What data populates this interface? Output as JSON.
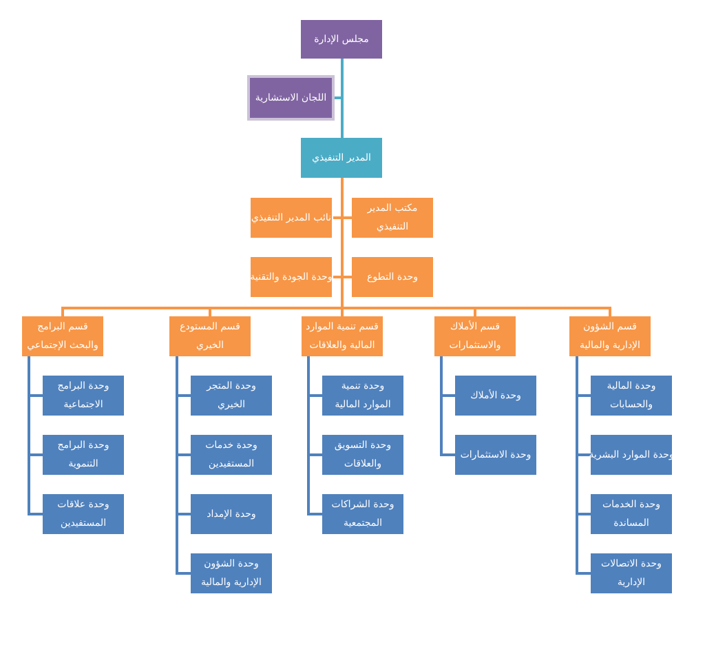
{
  "colors": {
    "board": "#8064a2",
    "executive": "#4bacc6",
    "support": "#f79646",
    "unit": "#4f81bd",
    "connector_main": "#4bacc6",
    "connector_orange": "#f79646",
    "connector_blue": "#4f81bd"
  },
  "board": {
    "label": "مجلس الإدارة"
  },
  "committees": {
    "label": "اللجان الاستشارية"
  },
  "executive_director": {
    "label": "المدير التنفيذي"
  },
  "exec_office": {
    "label": "مكتب المدير التنفيذي"
  },
  "deputy": {
    "label": "نائب المدير التنفيذي"
  },
  "volunteer_unit": {
    "label": "وحدة التطوع"
  },
  "quality_unit": {
    "label": "وحدة الجودة والتقنية"
  },
  "departments": [
    {
      "label": "قسم الشؤون الإدارية والمالية",
      "units": [
        "وحدة المالية والحسابات",
        "وحدة الموارد البشرية",
        "وحدة الخدمات المساندة",
        "وحدة الاتصالات الإدارية"
      ]
    },
    {
      "label": "قسم الأملاك والاستثمارات",
      "units": [
        "وحدة الأملاك",
        "وحدة الاستثمارات"
      ]
    },
    {
      "label": "قسم تنمية الموارد المالية والعلاقات",
      "units": [
        "وحدة تنمية الموارد المالية",
        "وحدة التسويق والعلاقات",
        "وحدة الشراكات المجتمعية"
      ]
    },
    {
      "label": "قسم المستودع الخيري",
      "units": [
        "وحدة المتجر الخيري",
        "وحدة خدمات المستفيدين",
        "وحدة الإمداد",
        "وحدة الشؤون الإدارية والمالية"
      ]
    },
    {
      "label": "قسم البرامج والبحث الإجتماعي",
      "units": [
        "وحدة البرامج الاجتماعية",
        "وحدة البرامج التنموية",
        "وحدة علاقات المستفيدين"
      ]
    }
  ]
}
